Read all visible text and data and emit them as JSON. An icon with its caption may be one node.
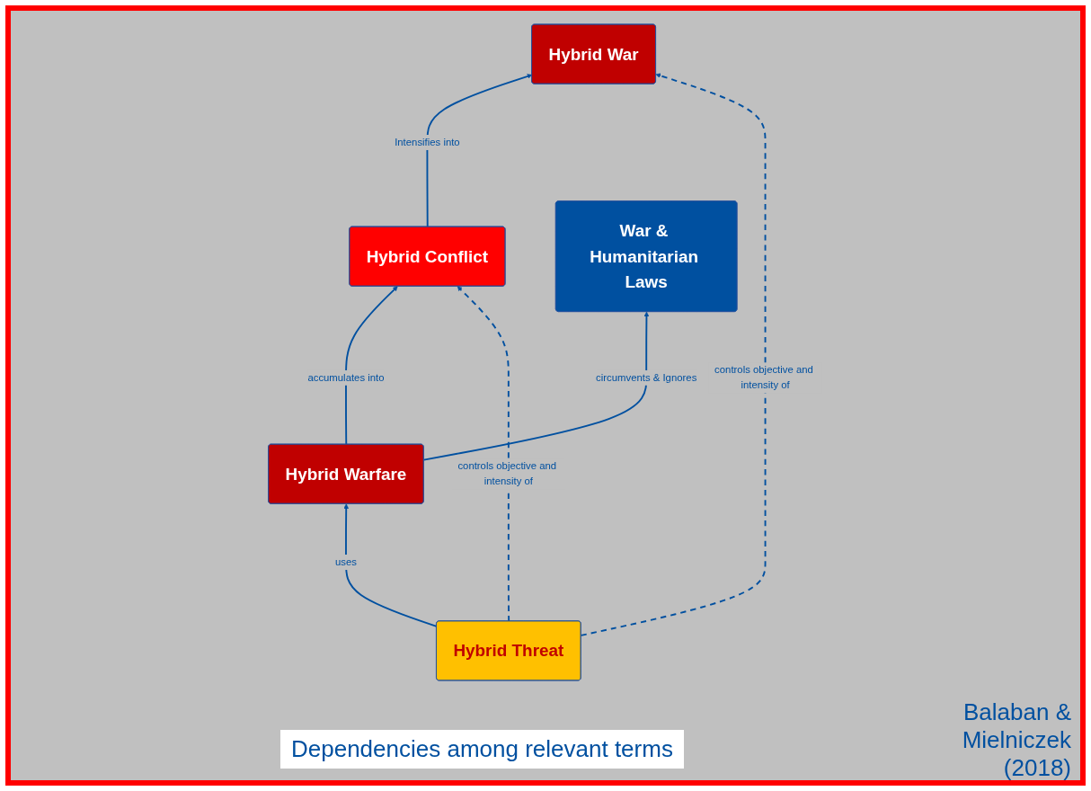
{
  "diagram": {
    "caption": "Dependencies among relevant terms",
    "nodes": [
      {
        "text": [
          "Hybrid War"
        ]
      },
      {
        "text": [
          "Hybrid Conflict"
        ]
      },
      {
        "text": [
          "Hybrid Threat"
        ]
      },
      {
        "text": [
          "Hybrid Warfare"
        ]
      },
      {
        "text": [
          "War & Humanitarian Laws"
        ]
      }
    ],
    "edges": [
      {
        "from": 1,
        "to": 0,
        "arrow": "to",
        "label": "Intensifies into"
      },
      {
        "from": 3,
        "to": 1,
        "arrow": "to",
        "label": "accumulates into"
      },
      {
        "from": 2,
        "to": 0,
        "arrow": "to",
        "label": "controls objective and intensity of",
        "style": "dashed"
      },
      {
        "from": 2,
        "to": 3,
        "arrow": "to",
        "label": "uses"
      },
      {
        "from": 3,
        "to": 4,
        "arrow": "to",
        "label": "circumvents & Ignores"
      },
      {
        "from": 2,
        "to": 1,
        "arrow": "to",
        "label": "controls objective and intensity of",
        "style": "dashed"
      }
    ],
    "labels": [
      "Balaban & Mielniczek (2018)"
    ]
  }
}
